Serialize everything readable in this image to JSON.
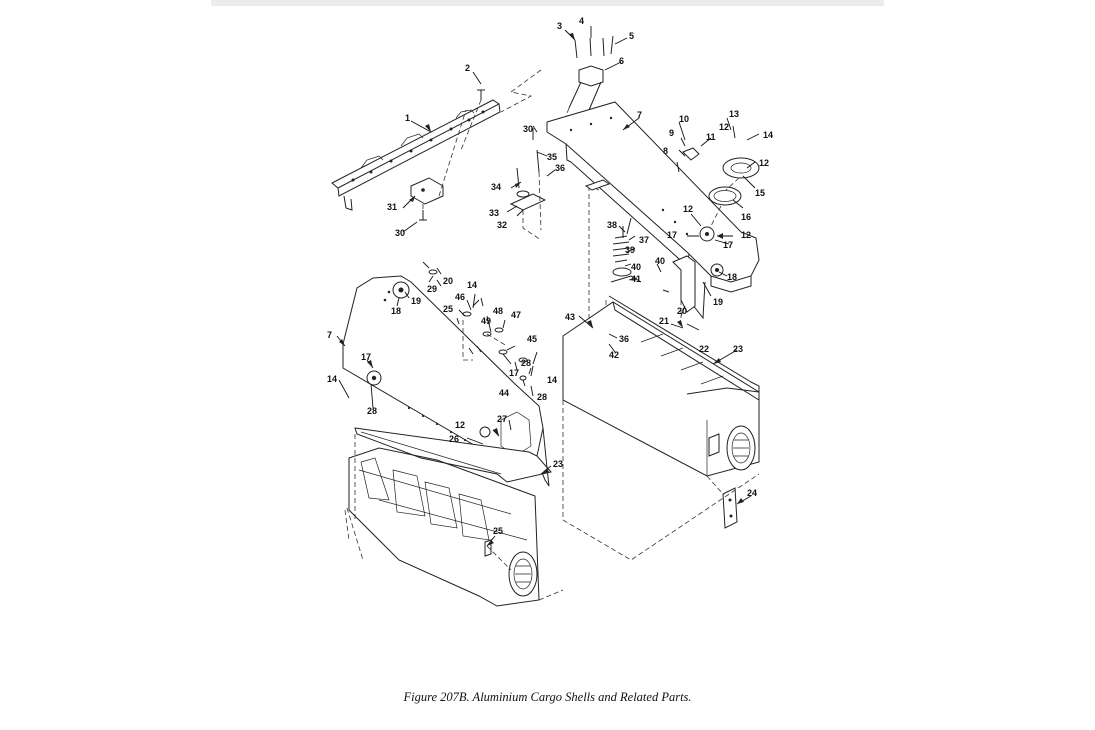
{
  "figure": {
    "caption": "Figure 207B.  Aluminium Cargo Shells and Related Parts."
  },
  "callouts": [
    {
      "id": "c1",
      "label": "1"
    },
    {
      "id": "c2",
      "label": "2"
    },
    {
      "id": "c3",
      "label": "3"
    },
    {
      "id": "c4",
      "label": "4"
    },
    {
      "id": "c5",
      "label": "5"
    },
    {
      "id": "c6",
      "label": "6"
    },
    {
      "id": "c7a",
      "label": "7"
    },
    {
      "id": "c7b",
      "label": "7"
    },
    {
      "id": "c8",
      "label": "8"
    },
    {
      "id": "c9",
      "label": "9"
    },
    {
      "id": "c10",
      "label": "10"
    },
    {
      "id": "c11",
      "label": "11"
    },
    {
      "id": "c12a",
      "label": "12"
    },
    {
      "id": "c12b",
      "label": "12"
    },
    {
      "id": "c12c",
      "label": "12"
    },
    {
      "id": "c12d",
      "label": "12"
    },
    {
      "id": "c12e",
      "label": "12"
    },
    {
      "id": "c13",
      "label": "13"
    },
    {
      "id": "c14a",
      "label": "14"
    },
    {
      "id": "c14b",
      "label": "14"
    },
    {
      "id": "c14c",
      "label": "14"
    },
    {
      "id": "c14d",
      "label": "14"
    },
    {
      "id": "c15",
      "label": "15"
    },
    {
      "id": "c16",
      "label": "16"
    },
    {
      "id": "c17a",
      "label": "17"
    },
    {
      "id": "c17b",
      "label": "17"
    },
    {
      "id": "c17c",
      "label": "17"
    },
    {
      "id": "c17d",
      "label": "17"
    },
    {
      "id": "c18a",
      "label": "18"
    },
    {
      "id": "c18b",
      "label": "18"
    },
    {
      "id": "c19a",
      "label": "19"
    },
    {
      "id": "c19b",
      "label": "19"
    },
    {
      "id": "c20a",
      "label": "20"
    },
    {
      "id": "c20b",
      "label": "20"
    },
    {
      "id": "c21",
      "label": "21"
    },
    {
      "id": "c22",
      "label": "22"
    },
    {
      "id": "c23a",
      "label": "23"
    },
    {
      "id": "c23b",
      "label": "23"
    },
    {
      "id": "c24",
      "label": "24"
    },
    {
      "id": "c25a",
      "label": "25"
    },
    {
      "id": "c25b",
      "label": "25"
    },
    {
      "id": "c26",
      "label": "26"
    },
    {
      "id": "c27",
      "label": "27"
    },
    {
      "id": "c28a",
      "label": "28"
    },
    {
      "id": "c28b",
      "label": "28"
    },
    {
      "id": "c28c",
      "label": "28"
    },
    {
      "id": "c29",
      "label": "29"
    },
    {
      "id": "c30a",
      "label": "30"
    },
    {
      "id": "c30b",
      "label": "30"
    },
    {
      "id": "c31",
      "label": "31"
    },
    {
      "id": "c32",
      "label": "32"
    },
    {
      "id": "c33",
      "label": "33"
    },
    {
      "id": "c34",
      "label": "34"
    },
    {
      "id": "c35",
      "label": "35"
    },
    {
      "id": "c36a",
      "label": "36"
    },
    {
      "id": "c36b",
      "label": "36"
    },
    {
      "id": "c37",
      "label": "37"
    },
    {
      "id": "c38",
      "label": "38"
    },
    {
      "id": "c39",
      "label": "39"
    },
    {
      "id": "c40a",
      "label": "40"
    },
    {
      "id": "c40b",
      "label": "40"
    },
    {
      "id": "c41",
      "label": "41"
    },
    {
      "id": "c42",
      "label": "42"
    },
    {
      "id": "c43",
      "label": "43"
    },
    {
      "id": "c44",
      "label": "44"
    },
    {
      "id": "c45",
      "label": "45"
    },
    {
      "id": "c46",
      "label": "46"
    },
    {
      "id": "c47",
      "label": "47"
    },
    {
      "id": "c48",
      "label": "48"
    },
    {
      "id": "c49",
      "label": "49"
    }
  ]
}
